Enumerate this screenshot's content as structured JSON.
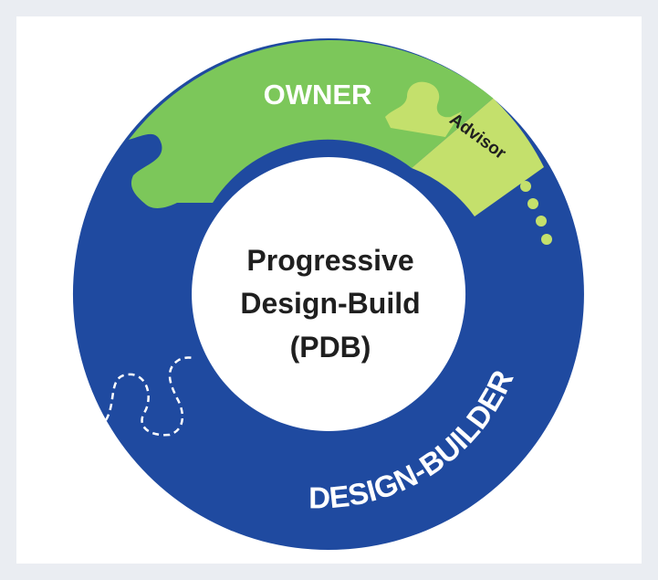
{
  "diagram": {
    "center_title": [
      "Progressive",
      "Design-Build",
      "(PDB)"
    ],
    "segments": {
      "owner": {
        "label": "OWNER",
        "color": "#7cc75a"
      },
      "advisor": {
        "label": "Advisor",
        "color": "#c4e06c"
      },
      "design_builder": {
        "label": "DESIGN-BUILDER",
        "color": "#1f4aa0"
      }
    },
    "colors": {
      "text_light": "#ffffff",
      "text_dark": "#1f1f1f",
      "dots": "#c4e06c"
    }
  }
}
